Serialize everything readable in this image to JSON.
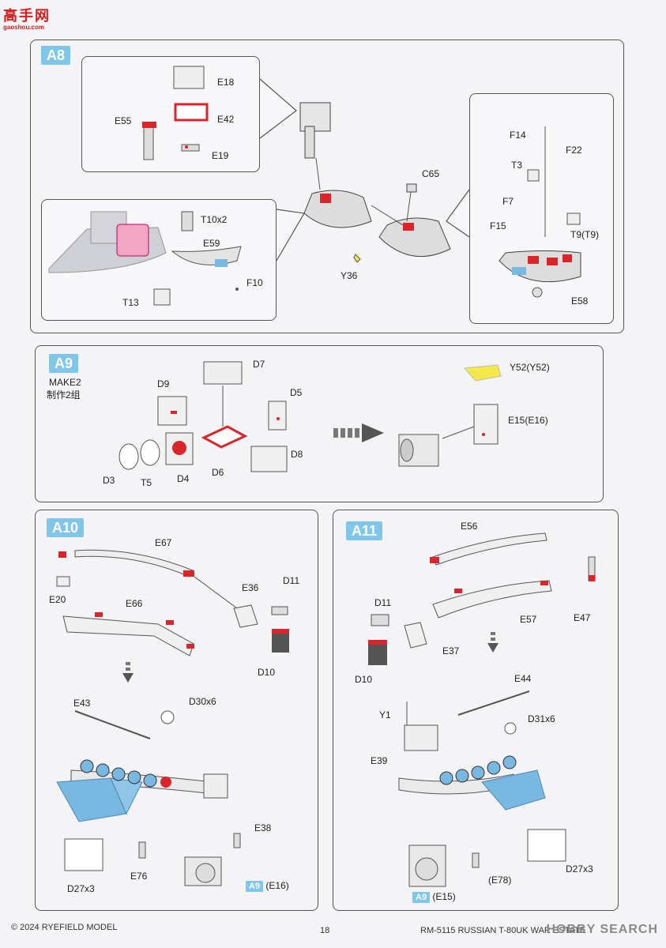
{
  "watermark": {
    "title": "高手网",
    "url": "gaoshou.com"
  },
  "steps": {
    "a8": {
      "label": "A8",
      "parts": [
        "E18",
        "E55",
        "E42",
        "E19",
        "C65",
        "F14",
        "F22",
        "T3",
        "F7",
        "F15",
        "T9(T9)",
        "Y36",
        "E58",
        "T10x2",
        "E59",
        "F10",
        "T13"
      ]
    },
    "a9": {
      "label": "A9",
      "make": "MAKE2",
      "make_cn": "制作2组",
      "parts": [
        "D7",
        "D9",
        "D5",
        "D3",
        "T5",
        "D4",
        "D6",
        "D8",
        "Y52(Y52)",
        "E15(E16)"
      ]
    },
    "a10": {
      "label": "A10",
      "parts": [
        "E67",
        "E36",
        "D11",
        "E20",
        "E66",
        "D10",
        "E43",
        "D30x6",
        "E38",
        "D27x3",
        "E76"
      ],
      "ref_tag": "A9",
      "ref_part": "(E16)"
    },
    "a11": {
      "label": "A11",
      "parts": [
        "E56",
        "D11",
        "E47",
        "E57",
        "E37",
        "D10",
        "E44",
        "Y1",
        "D31x6",
        "E39",
        "D27x3",
        "(E78)"
      ],
      "ref_tag": "A9",
      "ref_part": "(E15)"
    }
  },
  "footer": {
    "copyright": "© 2024 RYEFIELD MODEL",
    "page": "18",
    "product": "RM-5115 RUSSIAN T-80UK",
    "product_tail": "WAR ESTATE"
  },
  "site_mark": "HOBBY SEARCH",
  "colors": {
    "step_badge": "#7fc6e8",
    "highlight_red": "#d8262c",
    "part_blue": "#79b8e0",
    "part_pink": "#f2a6c4",
    "decal_yellow": "#f5e84a"
  }
}
